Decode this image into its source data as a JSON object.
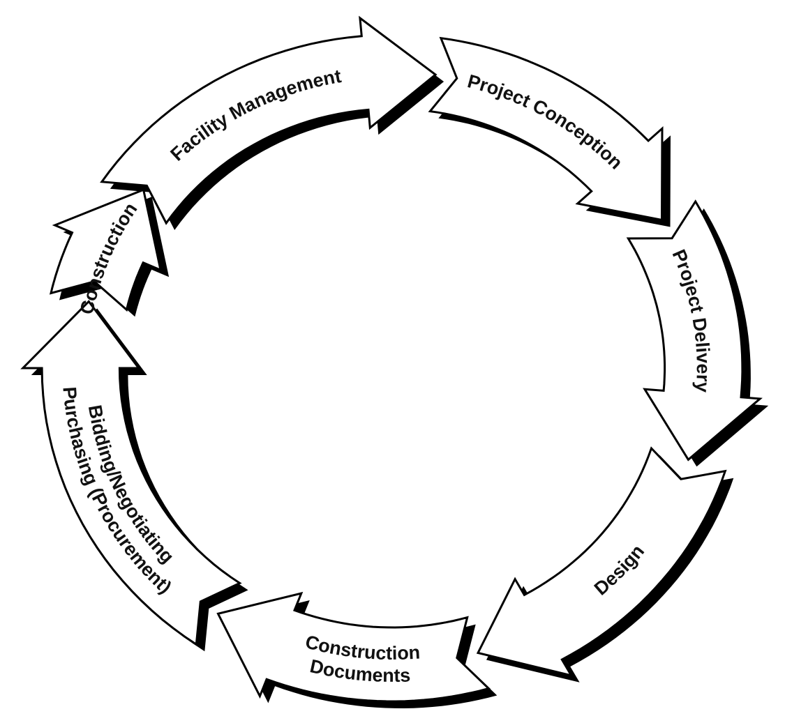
{
  "diagram": {
    "type": "cycle",
    "direction": "clockwise",
    "colors": {
      "fill": "#ffffff",
      "outline": "#000000",
      "shadow": "#000000",
      "text": "#111111"
    },
    "stages": [
      {
        "id": "facility-management",
        "lines": [
          "Facility Management"
        ]
      },
      {
        "id": "project-conception",
        "lines": [
          "Project Conception"
        ]
      },
      {
        "id": "project-delivery",
        "lines": [
          "Project Delivery"
        ]
      },
      {
        "id": "design",
        "lines": [
          "Design"
        ]
      },
      {
        "id": "construction-documents",
        "lines": [
          "Construction",
          "Documents"
        ]
      },
      {
        "id": "bidding-negotiating",
        "lines": [
          "Bidding/Negotiating",
          "Purchasing (Procurement)"
        ]
      },
      {
        "id": "construction",
        "lines": [
          "Construction"
        ]
      }
    ]
  }
}
